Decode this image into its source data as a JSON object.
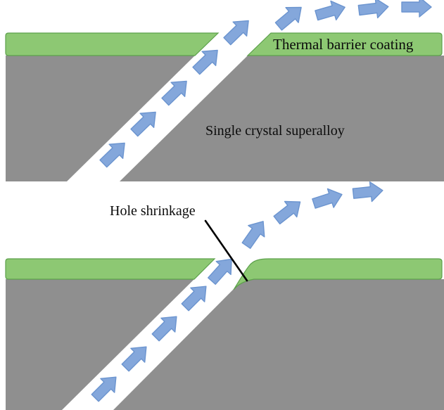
{
  "figure": {
    "type": "diagram",
    "description": "Film-cooling hole through a coated superalloy wall, before and after coating-induced hole shrinkage",
    "top_panel": {
      "coating_label": "Thermal barrier coating",
      "substrate_label": "Single crystal superalloy"
    },
    "bottom_panel": {
      "annotation_label": "Hole shrinkage"
    },
    "colors": {
      "substrate_gray": "#8f8f8f",
      "coating_green": "#8dc873",
      "coating_edge_green": "#5da14c",
      "arrow_blue": "#84a7db",
      "arrow_edge_blue": "#6b94cf",
      "annotation_black": "#000000",
      "background": "#ffffff",
      "text": "#0b0b0b"
    },
    "icons": {
      "flow_arrow": "block-arrow-up-right"
    }
  }
}
